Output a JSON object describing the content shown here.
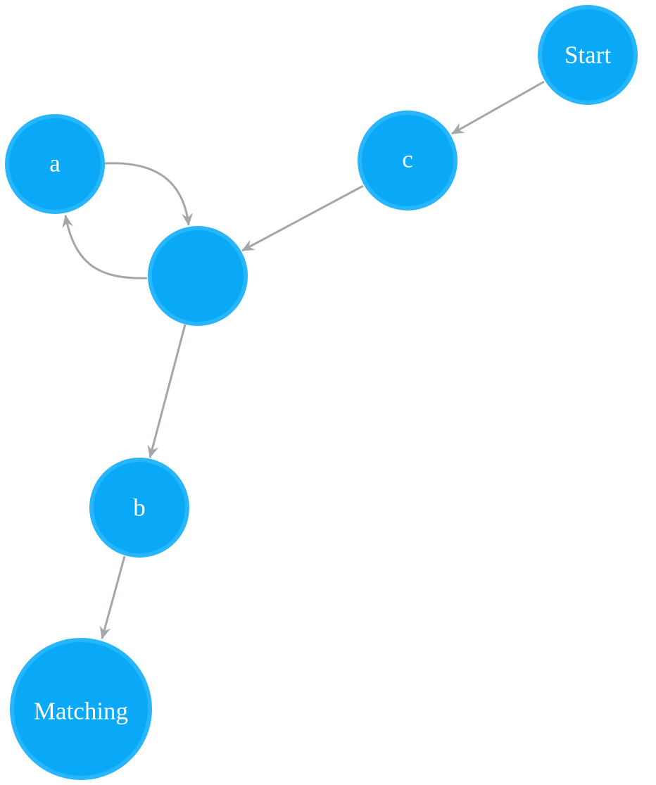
{
  "colors": {
    "node_fill": "#0aa9f8",
    "node_stroke": "#27b6fb",
    "edge": "#a3a7a8",
    "label": "#ffffff",
    "background": "#ffffff"
  },
  "nodes": [
    {
      "id": "start",
      "label": "Start"
    },
    {
      "id": "c",
      "label": "c"
    },
    {
      "id": "a",
      "label": "a"
    },
    {
      "id": "hub",
      "label": ""
    },
    {
      "id": "b",
      "label": "b"
    },
    {
      "id": "matching",
      "label": "Matching"
    }
  ],
  "edges": [
    {
      "from": "start",
      "to": "c"
    },
    {
      "from": "c",
      "to": "hub"
    },
    {
      "from": "a",
      "to": "hub"
    },
    {
      "from": "hub",
      "to": "a"
    },
    {
      "from": "hub",
      "to": "b"
    },
    {
      "from": "b",
      "to": "matching"
    }
  ]
}
